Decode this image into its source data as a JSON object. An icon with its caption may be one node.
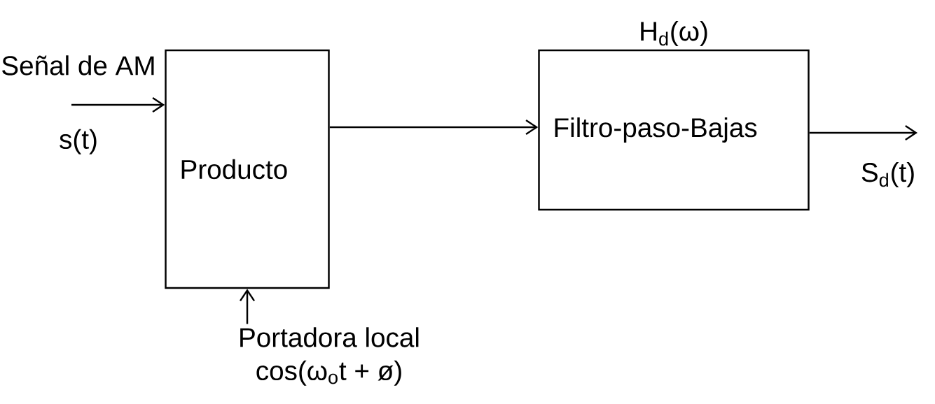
{
  "diagram": {
    "nodes": [
      {
        "text": [
          "Señal de AM",
          "s(t)"
        ]
      },
      {
        "text": [
          "Producto"
        ]
      },
      {
        "text": [
          "Filtro-paso-Bajas"
        ],
        "beside": [
          "H$_{d}$(ω)"
        ]
      },
      {
        "text": [
          "Portadora local",
          "cos(ω$_{o}$t + ø)"
        ]
      }
    ],
    "edges": [
      {
        "from": 0,
        "to": 1,
        "arrow": "to"
      },
      {
        "from": 1,
        "to": 2,
        "arrow": "to"
      },
      {
        "from": 2,
        "to": null,
        "arrow": "to"
      },
      {
        "from": 3,
        "to": 1,
        "arrow": "to"
      }
    ],
    "labels": [
      "S$_{d}$(t)"
    ]
  }
}
